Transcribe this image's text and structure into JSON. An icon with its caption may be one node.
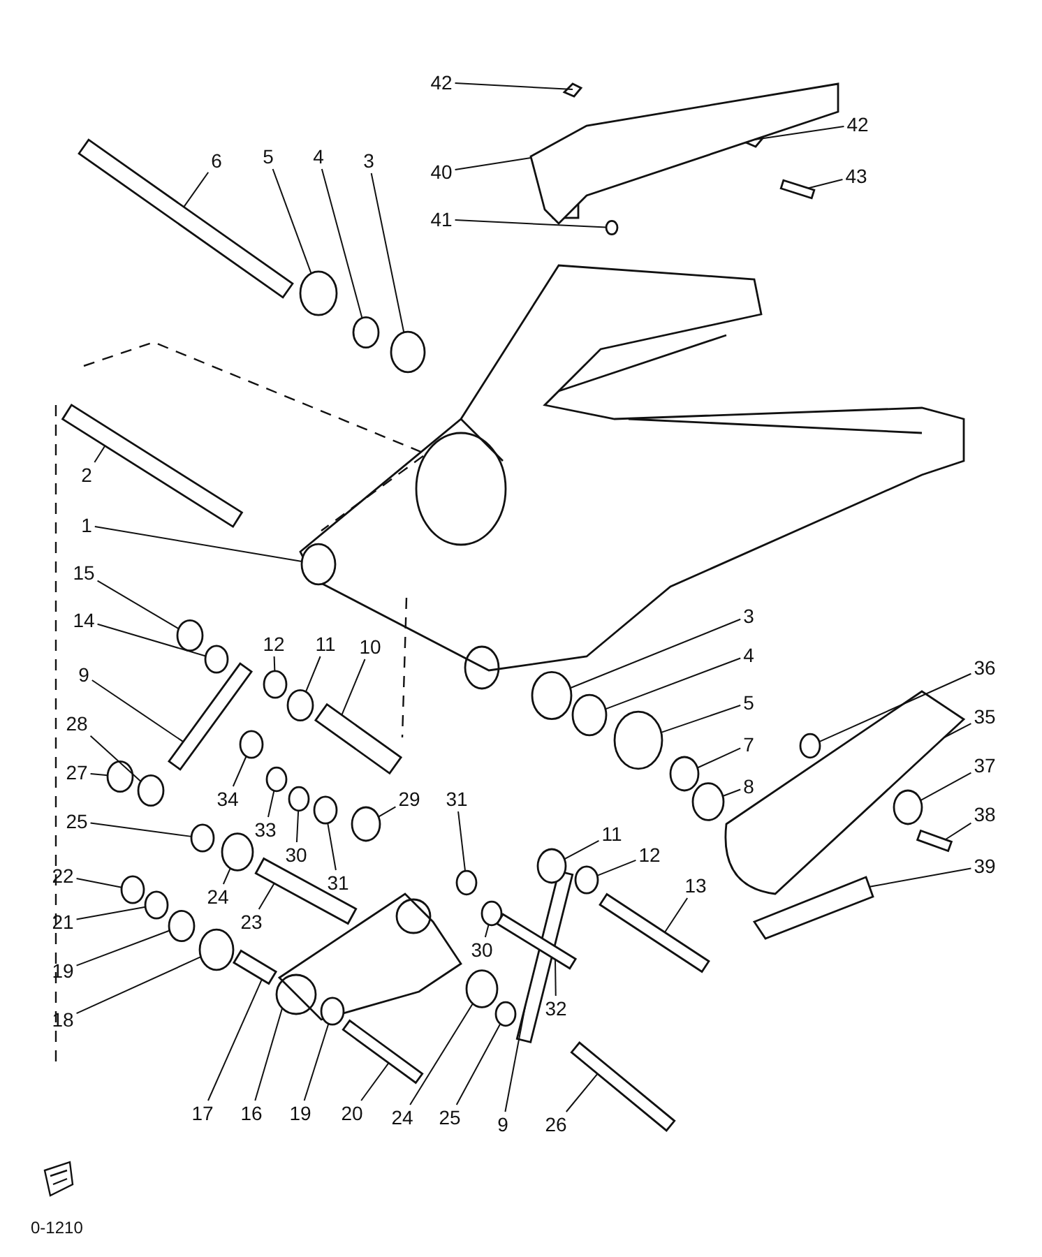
{
  "diagram": {
    "nodes": [
      {
        "text": [
          "42"
        ]
      },
      {
        "text": [
          "42"
        ]
      },
      {
        "text": [
          "40"
        ]
      },
      {
        "text": [
          "43"
        ]
      },
      {
        "text": [
          "41"
        ]
      },
      {
        "text": [
          "6"
        ]
      },
      {
        "text": [
          "5"
        ]
      },
      {
        "text": [
          "4"
        ]
      },
      {
        "text": [
          "3"
        ]
      },
      {
        "text": [
          "2"
        ]
      },
      {
        "text": [
          "1"
        ]
      },
      {
        "text": [
          "15"
        ]
      },
      {
        "text": [
          "14"
        ]
      },
      {
        "text": [
          "9"
        ]
      },
      {
        "text": [
          "12"
        ]
      },
      {
        "text": [
          "11"
        ]
      },
      {
        "text": [
          "10"
        ]
      },
      {
        "text": [
          "28"
        ]
      },
      {
        "text": [
          "27"
        ]
      },
      {
        "text": [
          "25"
        ]
      },
      {
        "text": [
          "34"
        ]
      },
      {
        "text": [
          "33"
        ]
      },
      {
        "text": [
          "30"
        ]
      },
      {
        "text": [
          "31"
        ]
      },
      {
        "text": [
          "29"
        ]
      },
      {
        "text": [
          "24"
        ]
      },
      {
        "text": [
          "23"
        ]
      },
      {
        "text": [
          "22"
        ]
      },
      {
        "text": [
          "21"
        ]
      },
      {
        "text": [
          "19"
        ]
      },
      {
        "text": [
          "18"
        ]
      },
      {
        "text": [
          "17"
        ]
      },
      {
        "text": [
          "16"
        ]
      },
      {
        "text": [
          "19"
        ]
      },
      {
        "text": [
          "20"
        ]
      },
      {
        "text": [
          "24"
        ]
      },
      {
        "text": [
          "25"
        ]
      },
      {
        "text": [
          "9"
        ]
      },
      {
        "text": [
          "26"
        ]
      },
      {
        "text": [
          "3"
        ]
      },
      {
        "text": [
          "4"
        ]
      },
      {
        "text": [
          "5"
        ]
      },
      {
        "text": [
          "7"
        ]
      },
      {
        "text": [
          "8"
        ]
      },
      {
        "text": [
          "36"
        ]
      },
      {
        "text": [
          "35"
        ]
      },
      {
        "text": [
          "37"
        ]
      },
      {
        "text": [
          "38"
        ]
      },
      {
        "text": [
          "39"
        ]
      },
      {
        "text": [
          "31"
        ]
      },
      {
        "text": [
          "30"
        ]
      },
      {
        "text": [
          "32"
        ]
      },
      {
        "text": [
          "11"
        ]
      },
      {
        "text": [
          "12"
        ]
      },
      {
        "text": [
          "13"
        ]
      },
      {
        "text": [],
        "shape": "box"
      },
      {
        "text": [],
        "shape": "box"
      },
      {
        "text": [],
        "shape": "picture"
      },
      {
        "text": [],
        "shape": "bar"
      },
      {
        "text": [],
        "shape": "circle"
      },
      {
        "text": [],
        "shape": "bar"
      },
      {
        "text": [],
        "shape": "circle"
      },
      {
        "text": [],
        "shape": "circle"
      },
      {
        "text": [],
        "shape": "circle"
      },
      {
        "text": [],
        "shape": "bar"
      },
      {
        "text": [],
        "shape": "circle"
      },
      {
        "text": [],
        "shape": "circle"
      },
      {
        "text": [],
        "shape": "circle"
      },
      {
        "text": [],
        "shape": "bar"
      },
      {
        "text": [],
        "shape": "circle"
      },
      {
        "text": [],
        "shape": "circle"
      },
      {
        "text": [],
        "shape": "bar"
      },
      {
        "text": [],
        "shape": "circle"
      },
      {
        "text": [],
        "shape": "circle"
      },
      {
        "text": [],
        "shape": "circle"
      },
      {
        "text": [],
        "shape": "circle"
      },
      {
        "text": [],
        "shape": "circle"
      },
      {
        "text": [],
        "shape": "circle"
      },
      {
        "text": [],
        "shape": "circle"
      },
      {
        "text": [],
        "shape": "circle"
      },
      {
        "text": [],
        "shape": "circle"
      },
      {
        "text": [],
        "shape": "bar"
      },
      {
        "text": [],
        "shape": "circle"
      },
      {
        "text": [],
        "shape": "circle"
      },
      {
        "text": [],
        "shape": "circle"
      },
      {
        "text": [],
        "shape": "circle"
      },
      {
        "text": [],
        "shape": "bar"
      },
      {
        "text": [],
        "shape": "picture"
      },
      {
        "text": [],
        "shape": "circle"
      },
      {
        "text": [],
        "shape": "bar"
      },
      {
        "text": [],
        "shape": "circle"
      },
      {
        "text": [],
        "shape": "circle"
      },
      {
        "text": [],
        "shape": "bar"
      },
      {
        "text": [],
        "shape": "bar"
      },
      {
        "text": [],
        "shape": "circle"
      },
      {
        "text": [],
        "shape": "circle"
      },
      {
        "text": [],
        "shape": "circle"
      },
      {
        "text": [],
        "shape": "circle"
      },
      {
        "text": [],
        "shape": "circle"
      },
      {
        "text": [],
        "shape": "circle"
      },
      {
        "text": [],
        "shape": "picture"
      },
      {
        "text": [],
        "shape": "circle"
      },
      {
        "text": [],
        "shape": "bar"
      },
      {
        "text": [],
        "shape": "picture"
      },
      {
        "text": [],
        "shape": "circle"
      },
      {
        "text": [],
        "shape": "circle"
      },
      {
        "text": [],
        "shape": "bar"
      },
      {
        "text": [],
        "shape": "circle"
      },
      {
        "text": [],
        "shape": "circle"
      },
      {
        "text": [],
        "shape": "bar"
      }
    ],
    "edges": [
      {
        "from": 0,
        "to": 55,
        "arrow": "none"
      },
      {
        "from": 1,
        "to": 56,
        "arrow": "none"
      },
      {
        "from": 2,
        "to": 57,
        "arrow": "none"
      },
      {
        "from": 3,
        "to": 58,
        "arrow": "none"
      },
      {
        "from": 4,
        "to": 59,
        "arrow": "none"
      },
      {
        "from": 5,
        "to": 60,
        "arrow": "none"
      },
      {
        "from": 6,
        "to": 61,
        "arrow": "none"
      },
      {
        "from": 7,
        "to": 62,
        "arrow": "none"
      },
      {
        "from": 8,
        "to": 63,
        "arrow": "none"
      },
      {
        "from": 9,
        "to": 64,
        "arrow": "none"
      },
      {
        "from": 10,
        "to": 65,
        "arrow": "none"
      },
      {
        "from": 11,
        "to": 66,
        "arrow": "none"
      },
      {
        "from": 12,
        "to": 67,
        "arrow": "none"
      },
      {
        "from": 13,
        "to": 68,
        "arrow": "none"
      },
      {
        "from": 14,
        "to": 69,
        "arrow": "none"
      },
      {
        "from": 15,
        "to": 70,
        "arrow": "none"
      },
      {
        "from": 16,
        "to": 71,
        "arrow": "none"
      },
      {
        "from": 17,
        "to": 72,
        "arrow": "none"
      },
      {
        "from": 18,
        "to": 73,
        "arrow": "none"
      },
      {
        "from": 19,
        "to": 74,
        "arrow": "none"
      },
      {
        "from": 20,
        "to": 75,
        "arrow": "none"
      },
      {
        "from": 21,
        "to": 76,
        "arrow": "none"
      },
      {
        "from": 22,
        "to": 77,
        "arrow": "none"
      },
      {
        "from": 23,
        "to": 78,
        "arrow": "none"
      },
      {
        "from": 24,
        "to": 79,
        "arrow": "none"
      },
      {
        "from": 25,
        "to": 80,
        "arrow": "none"
      },
      {
        "from": 26,
        "to": 81,
        "arrow": "none"
      },
      {
        "from": 27,
        "to": 82,
        "arrow": "none"
      },
      {
        "from": 28,
        "to": 83,
        "arrow": "none"
      },
      {
        "from": 29,
        "to": 84,
        "arrow": "none"
      },
      {
        "from": 30,
        "to": 85,
        "arrow": "none"
      },
      {
        "from": 31,
        "to": 86,
        "arrow": "none"
      },
      {
        "from": 32,
        "to": 87,
        "arrow": "none"
      },
      {
        "from": 33,
        "to": 88,
        "arrow": "none"
      },
      {
        "from": 34,
        "to": 89,
        "arrow": "none"
      },
      {
        "from": 35,
        "to": 90,
        "arrow": "none"
      },
      {
        "from": 36,
        "to": 91,
        "arrow": "none"
      },
      {
        "from": 37,
        "to": 92,
        "arrow": "none"
      },
      {
        "from": 38,
        "to": 93,
        "arrow": "none"
      },
      {
        "from": 39,
        "to": 94,
        "arrow": "none"
      },
      {
        "from": 40,
        "to": 95,
        "arrow": "none"
      },
      {
        "from": 41,
        "to": 96,
        "arrow": "none"
      },
      {
        "from": 42,
        "to": 97,
        "arrow": "none"
      },
      {
        "from": 43,
        "to": 98,
        "arrow": "none"
      },
      {
        "from": 44,
        "to": 99,
        "arrow": "none"
      },
      {
        "from": 45,
        "to": 100,
        "arrow": "none"
      },
      {
        "from": 46,
        "to": 101,
        "arrow": "none"
      },
      {
        "from": 47,
        "to": 102,
        "arrow": "none"
      },
      {
        "from": 48,
        "to": 103,
        "arrow": "none"
      },
      {
        "from": 49,
        "to": 104,
        "arrow": "none"
      },
      {
        "from": 50,
        "to": 105,
        "arrow": "none"
      },
      {
        "from": 51,
        "to": 106,
        "arrow": "none"
      },
      {
        "from": 52,
        "to": 107,
        "arrow": "none"
      },
      {
        "from": 53,
        "to": 108,
        "arrow": "none"
      },
      {
        "from": 54,
        "to": 109,
        "arrow": "none"
      }
    ],
    "labels": [
      "0-1210"
    ]
  }
}
